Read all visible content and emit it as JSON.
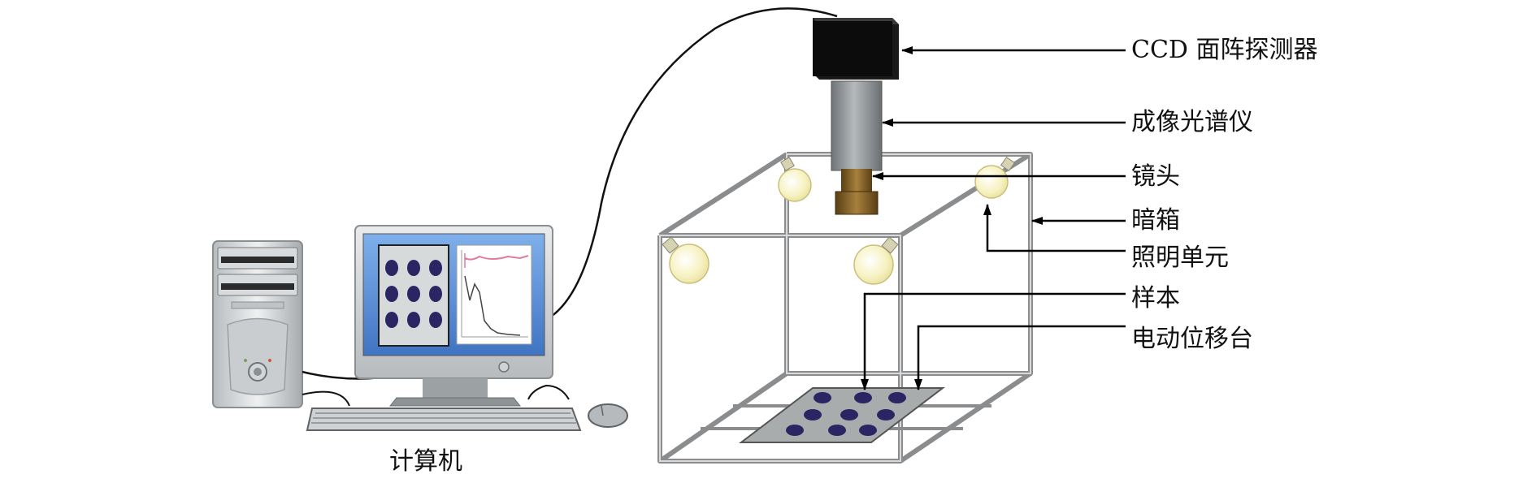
{
  "labels": {
    "ccd": "CCD 面阵探测器",
    "spectrometer": "成像光谱仪",
    "lens": "镜头",
    "darkbox": "暗箱",
    "illumination": "照明单元",
    "sample": "样本",
    "stage": "电动位移台",
    "computer": "计算机"
  },
  "colors": {
    "frame": "#8a8c8e",
    "camera": "#111111",
    "spectrometer": "#8d9396",
    "lens": "#7a5a26",
    "bulb": "#f6f0b8",
    "sample_dot": "#2c2563",
    "platform": "#a9acad",
    "screen_blue": "#5a8fd6",
    "arrow": "#000000"
  }
}
